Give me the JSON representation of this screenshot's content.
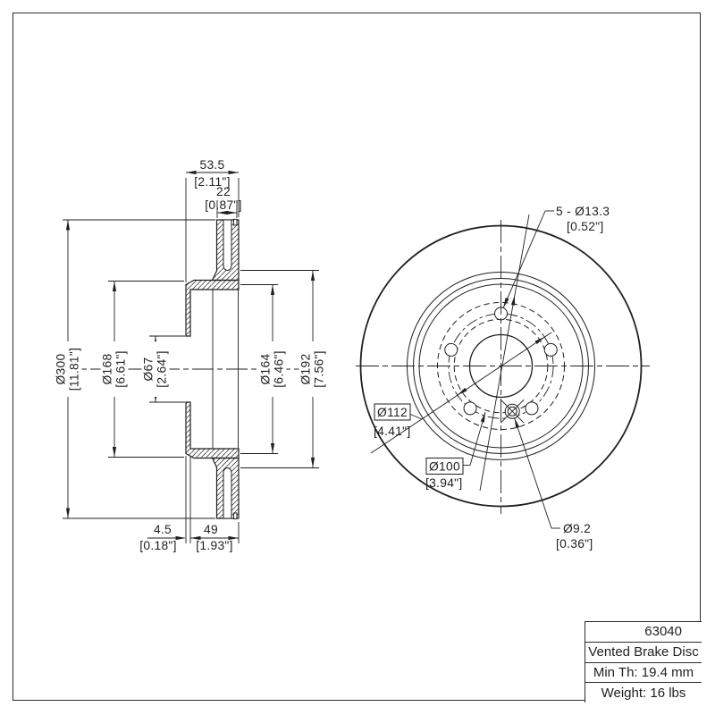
{
  "title_block": {
    "part_number": "63040",
    "description": "Vented Brake Disc",
    "min_thickness": "Min Th: 19.4 mm",
    "weight": "Weight: 16 lbs"
  },
  "dimensions": {
    "overall_width": {
      "value": "53.5",
      "inches": "[2.11\"]"
    },
    "friction_thickness": {
      "value": "22",
      "inches": "[0.87\"]"
    },
    "outer_diameter": {
      "value": "Ø300",
      "inches": "[11.81\"]"
    },
    "hat_outer_diameter": {
      "value": "Ø168",
      "inches": "[6.61\"]"
    },
    "center_bore_diameter": {
      "value": "Ø67",
      "inches": "[2.64\"]"
    },
    "inner_diameter_small": {
      "value": "Ø164",
      "inches": "[6.46\"]"
    },
    "inner_diameter_large": {
      "value": "Ø192",
      "inches": "[7.56\"]"
    },
    "flange_thickness": {
      "value": "4.5",
      "inches": "[0.18\"]"
    },
    "hat_depth": {
      "value": "49",
      "inches": "[1.93\"]"
    },
    "bolt_hole_spec": {
      "value": "5 - Ø13.3",
      "inches": "[0.52\"]"
    },
    "bolt_circle_diameter": {
      "value": "Ø112",
      "inches": "[4.41\"]"
    },
    "screw_circle_diameter": {
      "value": "Ø100",
      "inches": "[3.94\"]"
    },
    "set_screw_diameter": {
      "value": "Ø9.2",
      "inches": "[0.36\"]"
    }
  },
  "colors": {
    "line": "#1f1f1f",
    "background": "#ffffff"
  }
}
